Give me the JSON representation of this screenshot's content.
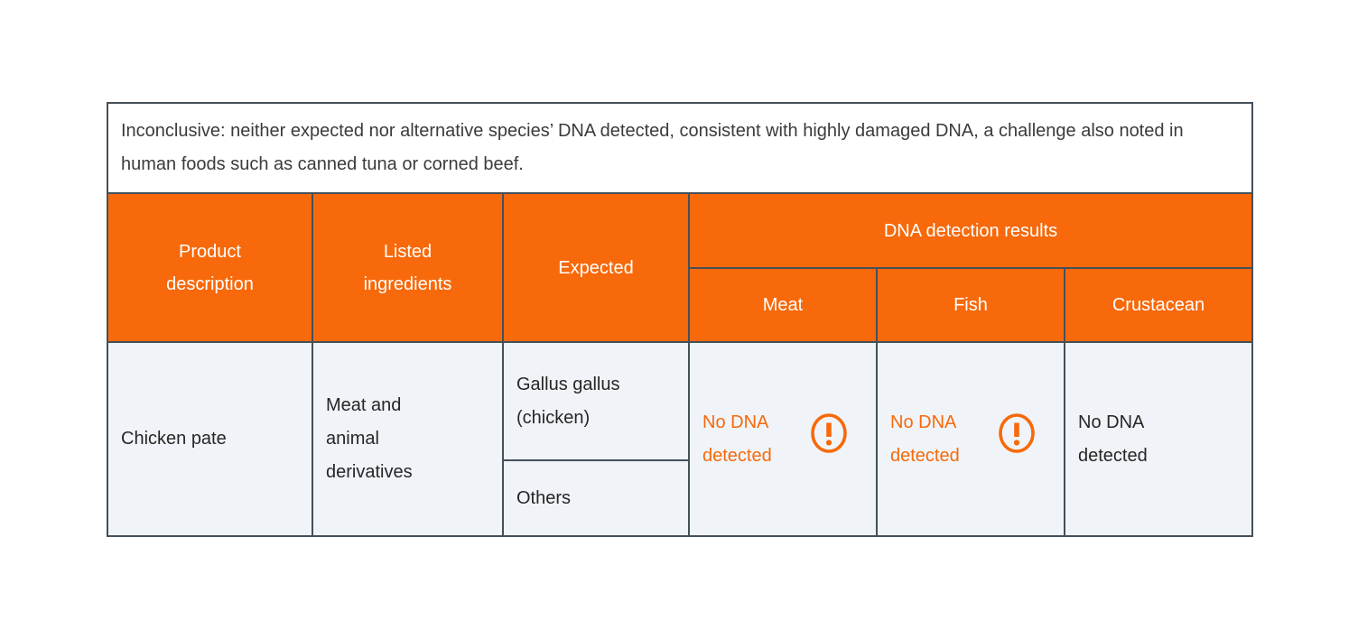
{
  "colors": {
    "accent": "#F7690B",
    "border": "#44505A",
    "body_bg": "#F0F4F8",
    "note_bg": "#FFFFFF",
    "note_text": "#3B3B3B",
    "body_text": "#262626",
    "header_text": "#FFFFFF"
  },
  "note": {
    "text": "Inconclusive: neither expected nor alternative species’ DNA detected, consistent with highly damaged DNA, a challenge also noted in human foods such as canned tuna or corned beef."
  },
  "table": {
    "headers": {
      "product": "Product description",
      "ingredients": "Listed ingredients",
      "expected": "Expected",
      "dna_group": "DNA detection results",
      "meat": "Meat",
      "fish": "Fish",
      "crustacean": "Crustacean"
    },
    "row": {
      "product": "Chicken pate",
      "ingredients": "Meat and animal derivatives",
      "expected_primary": "Gallus gallus (chicken)",
      "expected_secondary": "Others",
      "meat_result": "No DNA detected",
      "meat_alert": true,
      "fish_result": "No DNA detected",
      "fish_alert": true,
      "crustacean_result": "No DNA detected",
      "crustacean_alert": false
    },
    "icons": {
      "alert": "exclamation-circle-icon"
    }
  }
}
